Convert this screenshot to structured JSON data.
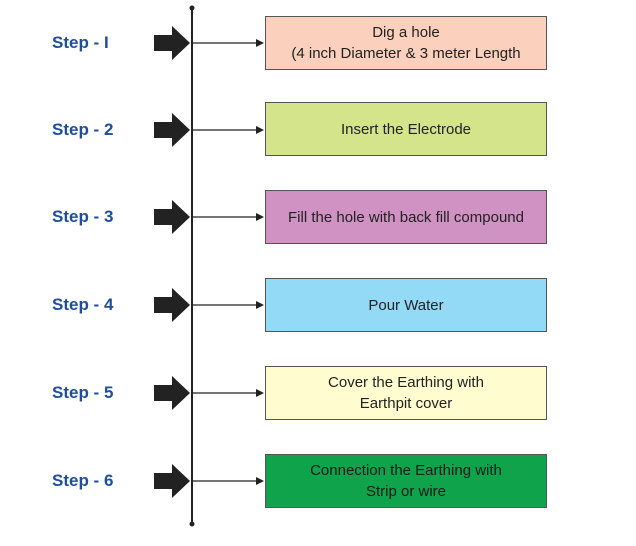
{
  "steps": [
    {
      "label": "Step - I",
      "lines": [
        "Dig a hole",
        "(4 inch Diameter & 3 meter Length"
      ],
      "color": "#fbd0bc",
      "text_color": "#222222"
    },
    {
      "label": "Step - 2",
      "lines": [
        "Insert the Electrode"
      ],
      "color": "#d3e48a",
      "text_color": "#222222"
    },
    {
      "label": "Step - 3",
      "lines": [
        "Fill the hole with back fill compound"
      ],
      "color": "#cf92c2",
      "text_color": "#222222"
    },
    {
      "label": "Step - 4",
      "lines": [
        "Pour Water"
      ],
      "color": "#93daf6",
      "text_color": "#222222"
    },
    {
      "label": "Step - 5",
      "lines": [
        "Cover the Earthing with",
        "Earthpit cover"
      ],
      "color": "#fffdd0",
      "text_color": "#222222"
    },
    {
      "label": "Step - 6",
      "lines": [
        "Connection the Earthing with",
        "Strip or wire"
      ],
      "color": "#0fa34c",
      "text_color": "#1a1a1a"
    }
  ],
  "colors": {
    "step_label": "#1f4e9a",
    "arrow": "#222222",
    "line": "#222222",
    "border": "#555555"
  }
}
